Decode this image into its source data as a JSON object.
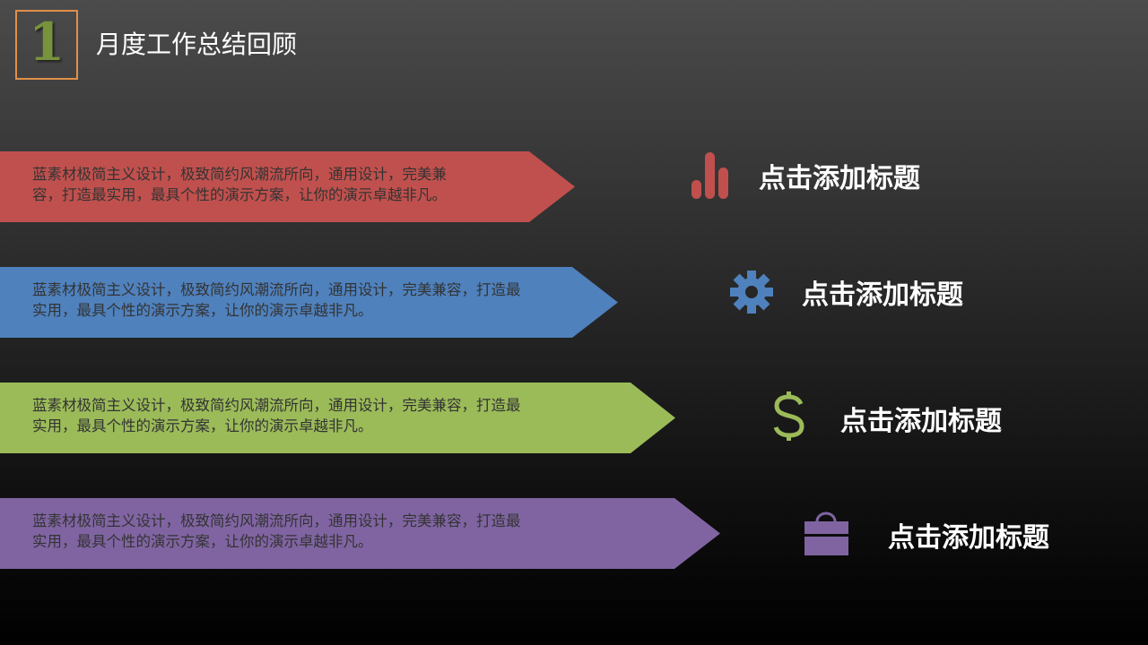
{
  "header": {
    "number": "1",
    "title": "月度工作总结回顾"
  },
  "rows": [
    {
      "text_line1": "蓝素材极简主义设计，极致简约风潮流所向，通用设计，完美兼",
      "text_line2": "容，打造最实用，最具个性的演示方案，让你的演示卓越非凡。",
      "title": "点击添加标题",
      "icon": "bar-chart-icon",
      "color": "#c0504d"
    },
    {
      "text_line1": "蓝素材极简主义设计，极致简约风潮流所向，通用设计，完美兼容，打造最",
      "text_line2": "实用，最具个性的演示方案，让你的演示卓越非凡。",
      "title": "点击添加标题",
      "icon": "gear-icon",
      "color": "#4f81bd"
    },
    {
      "text_line1": "蓝素材极简主义设计，极致简约风潮流所向，通用设计，完美兼容，打造最",
      "text_line2": "实用，最具个性的演示方案，让你的演示卓越非凡。",
      "title": "点击添加标题",
      "icon": "dollar-icon",
      "color": "#9bbb59"
    },
    {
      "text_line1": "蓝素材极简主义设计，极致简约风潮流所向，通用设计，完美兼容，打造最",
      "text_line2": "实用，最具个性的演示方案，让你的演示卓越非凡。",
      "title": "点击添加标题",
      "icon": "briefcase-icon",
      "color": "#8064a2"
    }
  ]
}
